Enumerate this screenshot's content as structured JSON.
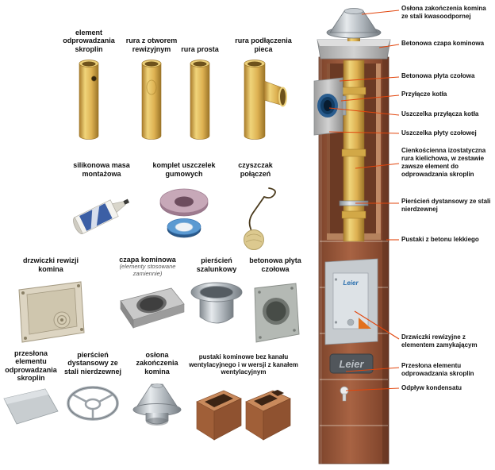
{
  "brand": {
    "name": "Leier"
  },
  "colors": {
    "leader_line": "#e2450c",
    "pipe_yellow": "#ddb152",
    "brick": "#a86343",
    "metal": "#aab1b7"
  },
  "components": [
    {
      "label": "element odprowadzania skroplin"
    },
    {
      "label": "rura z otworem rewizyjnym"
    },
    {
      "label": "rura prosta"
    },
    {
      "label": "rura podłączenia pieca"
    },
    {
      "label": "silikonowa masa montażowa"
    },
    {
      "label": "komplet uszczelek gumowych"
    },
    {
      "label": "czyszczak połączeń"
    },
    {
      "label": "drzwiczki rewizji komina"
    },
    {
      "label": "czapa kominowa",
      "note": "(elementy stosowane zamiennie)"
    },
    {
      "label": "pierścień szalunkowy"
    },
    {
      "label": "betonowa płyta czołowa"
    },
    {
      "label": "przesłona elementu odprowadzania skroplin"
    },
    {
      "label": "pierścień dystansowy ze stali nierdzewnej"
    },
    {
      "label": "osłona zakończenia komina"
    },
    {
      "label": "pustaki kominowe bez kanału wentylacyjnego i w wersji z kanałem wentylacyjnym"
    }
  ],
  "callouts": [
    {
      "label": "Osłona zakończenia komina ze stali kwasoodpornej"
    },
    {
      "label": "Betonowa czapa kominowa"
    },
    {
      "label": "Betonowa płyta czołowa"
    },
    {
      "label": "Przyłącze kotła"
    },
    {
      "label": "Uszczelka przyłącza kotła"
    },
    {
      "label": "Uszczelka płyty czołowej"
    },
    {
      "label": "Cienkościenna izostatyczna rura kielichowa, w zestawie zawsze element do odprowadzania skroplin"
    },
    {
      "label": "Pierścień dystansowy ze stali nierdzewnej"
    },
    {
      "label": "Pustaki z betonu lekkiego"
    },
    {
      "label": "Drzwiczki rewizyjne z elementem zamykającym"
    },
    {
      "label": "Przesłona elementu odprowadzania skroplin"
    },
    {
      "label": "Odpływ kondensatu"
    }
  ]
}
